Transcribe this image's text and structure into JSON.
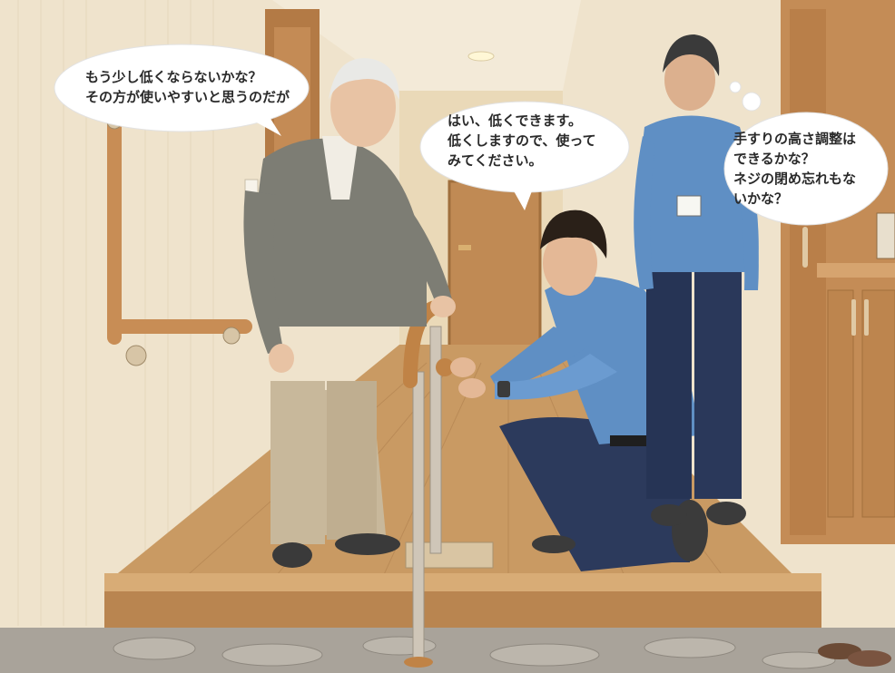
{
  "scene": {
    "bubbles": {
      "elder": {
        "lines": [
          "もう少し低くならないかな？",
          "その方が使いやすいと思うのだが"
        ]
      },
      "worker": {
        "lines": [
          "はい、低くできます。",
          "低くしますので、使って",
          "みてください。"
        ]
      },
      "supervisor": {
        "lines": [
          "手すりの高さ調整は",
          "できるかな？",
          "ネジの閉め忘れもな",
          "いかな？"
        ]
      }
    },
    "colors": {
      "wall": "#efe3cc",
      "floor": "#c99a63",
      "wood_trim": "#b98550",
      "uniform": "#5f8fc4",
      "trousers": "#2c3a5c",
      "cardigan": "#7d7d74",
      "khaki": "#c8b89b",
      "stone": "#a9a39a"
    },
    "icons": [
      "wall-handrail",
      "standing-handrail",
      "door",
      "shoe-cabinet",
      "ceiling-light",
      "light-switch",
      "id-badge",
      "wristwatch",
      "slippers"
    ]
  }
}
